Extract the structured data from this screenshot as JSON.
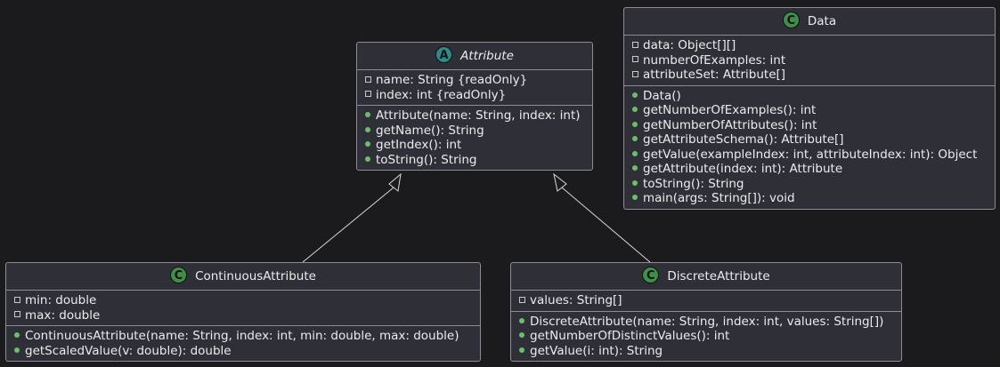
{
  "classes": {
    "attribute": {
      "kind": "A",
      "kind_color": "#2e8b8b",
      "name": "Attribute",
      "fields": [
        "name: String {readOnly}",
        "index: int {readOnly}"
      ],
      "methods": [
        "Attribute(name: String, index: int)",
        "getName(): String",
        "getIndex(): int",
        "toString(): String"
      ]
    },
    "data": {
      "kind": "C",
      "kind_color": "#3f8f49",
      "name": "Data",
      "fields": [
        "data: Object[][]",
        "numberOfExamples: int",
        "attributeSet: Attribute[]"
      ],
      "methods": [
        "Data()",
        "getNumberOfExamples(): int",
        "getNumberOfAttributes(): int",
        "getAttributeSchema(): Attribute[]",
        "getValue(exampleIndex: int, attributeIndex: int): Object",
        "getAttribute(index: int): Attribute",
        "toString(): String",
        "main(args: String[]): void"
      ]
    },
    "continuous": {
      "kind": "C",
      "kind_color": "#3f8f49",
      "name": "ContinuousAttribute",
      "fields": [
        "min: double",
        "max: double"
      ],
      "methods": [
        "ContinuousAttribute(name: String, index: int, min: double, max: double)",
        "getScaledValue(v: double): double"
      ]
    },
    "discrete": {
      "kind": "C",
      "kind_color": "#3f8f49",
      "name": "DiscreteAttribute",
      "fields": [
        "values: String[]"
      ],
      "methods": [
        "DiscreteAttribute(name: String, index: int, values: String[])",
        "getNumberOfDistinctValues(): int",
        "getValue(i: int): String"
      ]
    }
  },
  "relations": [
    {
      "from": "continuous",
      "to": "attribute",
      "type": "inheritance"
    },
    {
      "from": "discrete",
      "to": "attribute",
      "type": "inheritance"
    }
  ]
}
